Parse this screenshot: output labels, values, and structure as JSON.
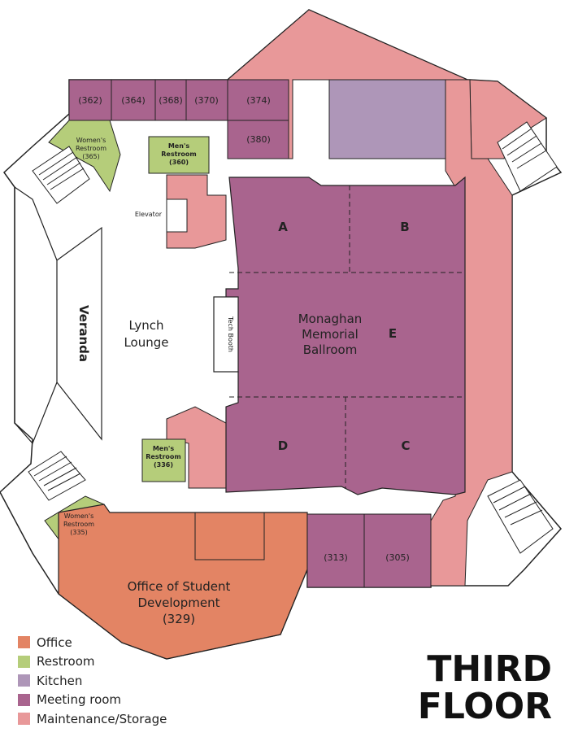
{
  "colors": {
    "office": "#e38464",
    "restroom": "#b5cd7a",
    "kitchen": "#ae96b8",
    "meeting": "#a9648e",
    "maintenance": "#e89899",
    "outline": "#222222"
  },
  "rooms": {
    "r362": "(362)",
    "r364": "(364)",
    "r368": "(368)",
    "r370": "(370)",
    "r374": "(374)",
    "r380": "(380)",
    "r313": "(313)",
    "r305": "(305)"
  },
  "restrooms": {
    "womens_top": [
      "Women's",
      "Restroom",
      "(365)"
    ],
    "mens_top": [
      "Men's",
      "Restroom",
      "(360)"
    ],
    "mens_bottom": [
      "Men's",
      "Restroom",
      "(336)"
    ],
    "womens_bottom": [
      "Women's",
      "Restroom",
      "(335)"
    ]
  },
  "labels": {
    "elevator": "Elevator",
    "veranda": "Veranda",
    "lynch_line1": "Lynch",
    "lynch_line2": "Lounge",
    "tech_booth": "Tech Booth",
    "ballroom_line1": "Monaghan",
    "ballroom_line2": "Memorial",
    "ballroom_line3": "Ballroom",
    "section_a": "A",
    "section_b": "B",
    "section_c": "C",
    "section_d": "D",
    "section_e": "E",
    "office_line1": "Office of Student",
    "office_line2": "Development",
    "office_line3": "(329)"
  },
  "legend": [
    {
      "label": "Office",
      "color": "#e38464"
    },
    {
      "label": "Restroom",
      "color": "#b5cd7a"
    },
    {
      "label": "Kitchen",
      "color": "#ae96b8"
    },
    {
      "label": "Meeting room",
      "color": "#a9648e"
    },
    {
      "label": "Maintenance/Storage",
      "color": "#e89899"
    }
  ],
  "floor_title": [
    "THIRD",
    "FLOOR"
  ]
}
